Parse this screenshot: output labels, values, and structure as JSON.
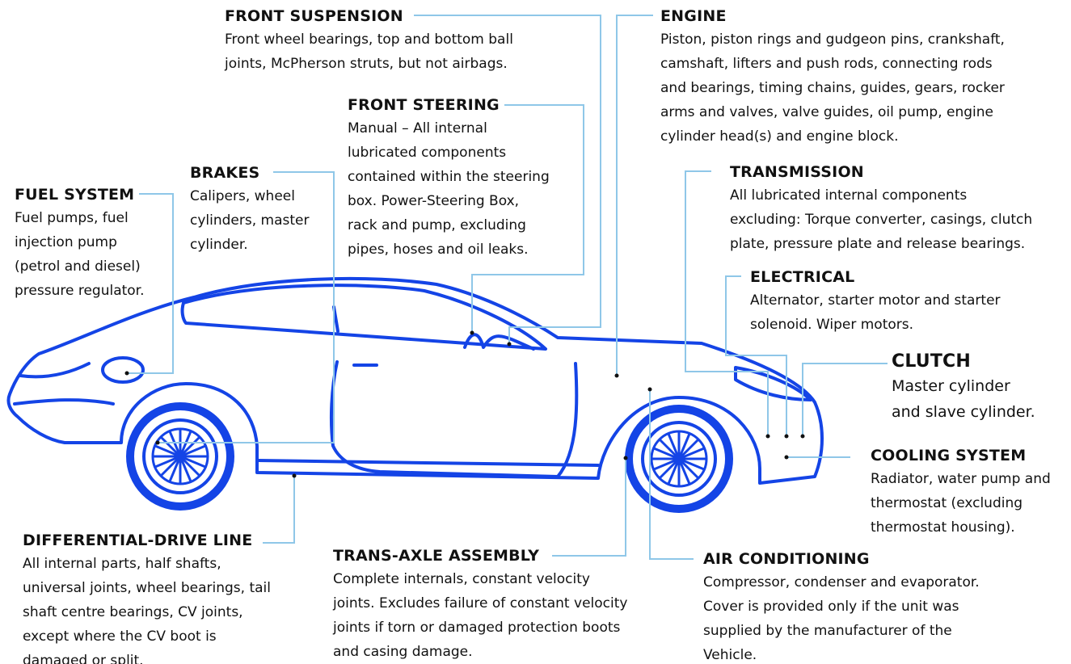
{
  "colors": {
    "car": "#1444e6",
    "leader": "#8fc7e8",
    "text": "#111111"
  },
  "callouts": {
    "front_suspension": {
      "title": "FRONT SUSPENSION",
      "lines": [
        "Front wheel bearings, top and bottom ball",
        "joints, McPherson struts, but not airbags."
      ]
    },
    "engine": {
      "title": "ENGINE",
      "lines": [
        "Piston, piston rings and gudgeon pins, crankshaft,",
        "camshaft, lifters and push rods, connecting rods",
        "and bearings, timing chains, guides, gears, rocker",
        "arms and valves, valve guides, oil pump, engine",
        "cylinder head(s) and engine block."
      ]
    },
    "front_steering": {
      "title": "FRONT STEERING",
      "lines": [
        "Manual – All internal",
        "lubricated components",
        "contained within the steering",
        "box. Power-Steering Box,",
        "rack and pump, excluding",
        "pipes, hoses and oil leaks."
      ]
    },
    "brakes": {
      "title": "BRAKES",
      "lines": [
        "Calipers, wheel",
        "cylinders, master",
        "cylinder."
      ]
    },
    "fuel_system": {
      "title": "FUEL SYSTEM",
      "lines": [
        "Fuel pumps, fuel",
        "injection pump",
        "(petrol and diesel)",
        "pressure regulator."
      ]
    },
    "transmission": {
      "title": "TRANSMISSION",
      "lines": [
        "All lubricated internal components",
        "excluding: Torque converter, casings, clutch",
        "plate, pressure plate and release bearings."
      ]
    },
    "electrical": {
      "title": "ELECTRICAL",
      "lines": [
        "Alternator, starter motor and starter",
        "solenoid. Wiper motors."
      ]
    },
    "clutch": {
      "title": "CLUTCH",
      "lines": [
        "Master cylinder",
        "and slave cylinder."
      ]
    },
    "cooling_system": {
      "title": "COOLING SYSTEM",
      "lines": [
        "Radiator, water pump and",
        "thermostat (excluding",
        "thermostat housing)."
      ]
    },
    "differential": {
      "title": "DIFFERENTIAL-DRIVE LINE",
      "lines": [
        "All internal parts, half shafts,",
        "universal joints, wheel bearings, tail",
        "shaft centre bearings, CV joints,",
        "except where the CV boot is",
        "damaged or split."
      ]
    },
    "trans_axle": {
      "title": "TRANS-AXLE ASSEMBLY",
      "lines": [
        "Complete internals, constant velocity",
        "joints. Excludes failure of constant velocity",
        "joints if torn or damaged protection boots",
        "and casing damage."
      ]
    },
    "air_conditioning": {
      "title": "AIR CONDITIONING",
      "lines": [
        "Compressor, condenser and evaporator.",
        "Cover is provided only if the unit was",
        "supplied by the manufacturer of the",
        "Vehicle."
      ]
    }
  }
}
